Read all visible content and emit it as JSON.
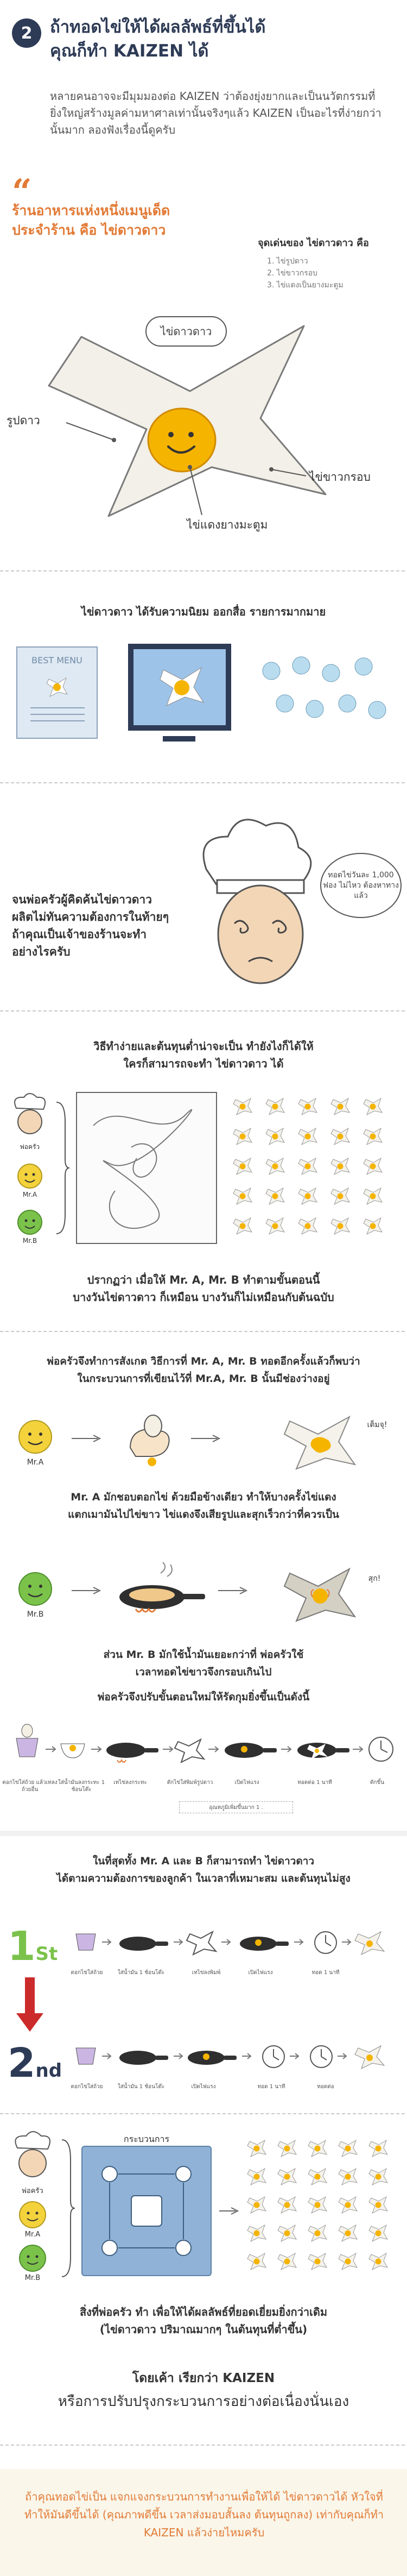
{
  "header": {
    "number": "2",
    "title_line1": "ถ้าทอดไข่ให้ได้ผลลัพธ์ที่ขึ้นได้",
    "title_line2": "คุณก็ทำ KAIZEN ได้",
    "intro": "หลายคนอาจจะมีมุมมองต่อ KAIZEN ว่าต้องยุ่งยากและเป็นนวัตกรรมที่ยิ่งใหญ่สร้างมูลค่ามหาศาลเท่านั้นจริงๆแล้ว KAIZEN เป็นอะไรที่ง่ายกว่านั้นมาก ลองฟังเรื่องนี้ดูครับ"
  },
  "restaurant": {
    "quote": "“",
    "title_line1": "ร้านอาหารแห่งหนึ่งเมนูเด็ด",
    "title_line2": "ประจำร้าน คือ ไข่ดาวดาว",
    "features_title": "จุดเด่นของ ไข่ดาวดาว คือ",
    "features": [
      "1. ไข่รูปดาว",
      "2. ไข่ขาวกรอบ",
      "3. ไข่แดงเป็นยางมะตูม"
    ],
    "egg_name": "ไข่ดาวดาว",
    "labels": {
      "star": "รูปดาว",
      "crispy": "ไข่ขาวกรอบ",
      "yolk": "ไข่แดงยางมะตูม"
    }
  },
  "popular": {
    "caption": "ไข่ดาวดาว ได้รับความนิยม ออกสื่อ รายการมากมาย",
    "menu_text": "BEST MENU"
  },
  "chef": {
    "caption_line1": "จนพ่อครัวผู้คิดค้นไข่ดาวดาว",
    "caption_line2": "ผลิตไม่ทันความต้องการในท้ายๆ",
    "caption_line3": "ถ้าคุณเป็นเจ้าของร้านจะทำ",
    "caption_line4": "อย่างไรครับ",
    "thought": "ทอดไข่วันละ 1,000 ฟอง ไม่ไหว ต้องหาทางแล้ว"
  },
  "recipe": {
    "caption_line1": "วิธีทำง่ายและต้นทุนต่ำน่าจะเป็น ทำยังไงก็ได้ให้",
    "caption_line2": "ใครก็สามารถจะทำ ไข่ดาวดาว ได้",
    "people": {
      "chef": "พ่อครัว",
      "a": "Mr.A",
      "b": "Mr.B"
    },
    "result_line1": "ปรากฏว่า เมื่อให้ Mr. A, Mr. B ทำตามขั้นตอนนี้",
    "result_line2": "บางวันไข่ดาวดาว ก็เหมือน บางวันก็ไม่เหมือนกับต้นฉบับ"
  },
  "observe": {
    "caption_line1": "พ่อครัวจึงทำการสังเกต วิธีการที่ Mr. A, Mr. B ทอดอีกครั้งแล้วก็พบว่า",
    "caption_line2": "ในกระบวนการที่เขียนไว้ที่ Mr.A, Mr. B นั้นมีช่องว่างอยู่",
    "mr_a": "Mr.A",
    "mr_b": "Mr.B",
    "a_remark": "เต็มจุ!",
    "b_remark": "สุก!",
    "a_caption_line1": "Mr. A มักชอบตอกไข่ ด้วยมือข้างเดียว ทำให้บางครั้งไข่แดง",
    "a_caption_line2": "แตกเมามันไปไข่ขาว ไข่แดงจึงเสียรูปและสุกเร็วกว่าที่ควรเป็น",
    "b_caption_line1": "ส่วน Mr. B มักใช้น้ำมันเยอะกว่าที่ พ่อครัวใช้",
    "b_caption_line2": "เวลาทอดไข่ขาวจึงกรอบเกินไป"
  },
  "new_steps": {
    "caption": "พ่อครัวจึงปรับขั้นตอนใหม่ให้รัดกุมยิ่งขึ้นเป็นดังนี้",
    "steps": [
      "ตอกไข่ใส่ถ้วย แล้วเทลงถ้วยอื่น",
      "ใส่น้ำมันลงกระทะ 1 ช้อนโต๊ะ",
      "เทไข่ลงกระทะ",
      "เปิดไฟแรง",
      "ตักไข่ใส่พิมพ์รูปดาว",
      "ทอดต่อ 1 นาที",
      "ตักขึ้น"
    ],
    "note": "อุณหภูมิเพิ่มขึ้นมาก 1 ."
  },
  "finally": {
    "caption_line1": "ในที่สุดทั้ง Mr. A และ B ก็สามารถทำ ไข่ดาวดาว",
    "caption_line2": "ได้ตามความต้องการของลูกค้า ในเวลาที่เหมาะสม และต้นทุนไม่สูง",
    "first": "1",
    "first_suffix": "St",
    "second": "2",
    "second_suffix": "nd",
    "steps_top": [
      "ตอกไข่ใส่ถ้วย",
      "ใส่น้ำมัน 1 ช้อนโต๊ะ",
      "เปิดไฟแรง",
      "เทไข่ลงพิมพ์",
      "ทอด 1 นาที"
    ],
    "steps_bottom": [
      "ตอกไข่ใส่ถ้วย",
      "ใส่น้ำมัน 1 ช้อนโต๊ะ",
      "เปิดไฟแรง",
      "ทอด 1 นาที",
      "ทอดต่อ"
    ]
  },
  "process": {
    "label": "กระบวนการ",
    "people": {
      "chef": "พ่อครัว",
      "a": "Mr.A",
      "b": "Mr.B"
    },
    "caption_line1": "สิ่งที่พ่อครัว ทำ เพื่อให้ได้ผลลัพธ์ที่ยอดเยี่ยมยิ่งกว่าเดิม",
    "caption_line2": "(ไข่ดาวดาว ปริมาณมากๆ ในต้นทุนที่ต่ำขึ้น)"
  },
  "conclusion": {
    "line1": "โดยเค้า เรียกว่า KAIZEN",
    "line2": "หรือการปรับปรุงกระบวนการอย่างต่อเนื่องนั่นเอง"
  },
  "footer": {
    "text": "ถ้าคุณทอดไข่เป็น แจกแจงกระบวนการทำงานเพื่อให้ได้ ไข่ดาวดาวได้ หัวใจที่ทำให้มันดีขึ้นได้ (คุณภาพดีขึ้น เวลาส่งมอบสั้นลง ต้นทุนถูกลง) เท่ากับคุณก็ทำ KAIZEN แล้วง่ายไหมครับ"
  },
  "colors": {
    "navy": "#2e3b56",
    "orange": "#e27a35",
    "yolk": "#f5b400",
    "green": "#7bc24b",
    "yellow": "#f3d23c"
  }
}
